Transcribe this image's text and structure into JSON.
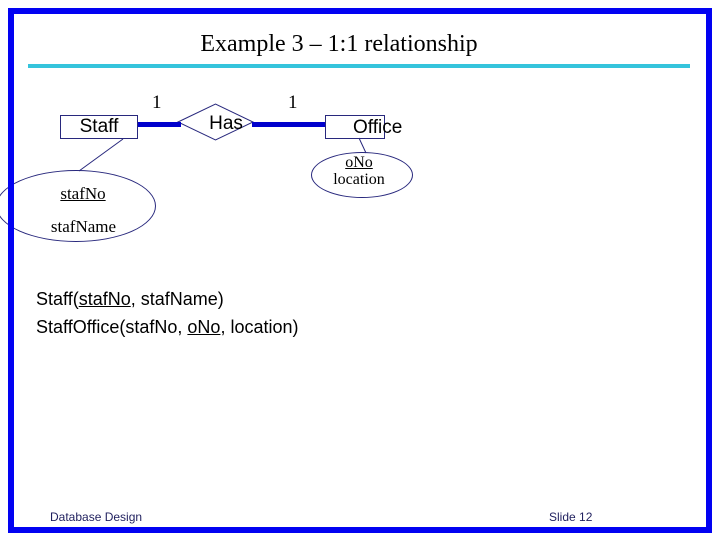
{
  "title": "Example 3 – 1:1 relationship",
  "diagram": {
    "entity_staff": "Staff",
    "entity_office": "Office",
    "relationship": "Has",
    "cardinality_left": "1",
    "cardinality_right": "1",
    "staff_attributes": {
      "key": "stafNo",
      "other": "stafName"
    },
    "office_attributes": {
      "key": "oNo",
      "other": "location"
    }
  },
  "schema": {
    "line1": {
      "prefix": "Staff(",
      "key": "stafNo",
      "suffix": ", stafName)"
    },
    "line2": {
      "prefix": "StaffOffice(stafNo, ",
      "key": "oNo",
      "suffix": ", location)"
    }
  },
  "footer": {
    "course": "Database Design",
    "slide": "Slide 12"
  },
  "colors": {
    "frame_border": "#0202f2",
    "title_rule": "#35c4dc",
    "relationship_line": "#0000cc",
    "shape_outline": "#28287d",
    "footer_text": "#1f1f5e"
  }
}
